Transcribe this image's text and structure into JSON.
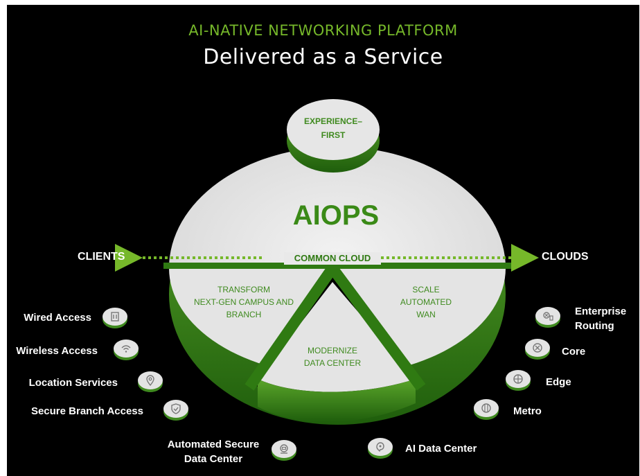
{
  "header": {
    "title": "AI-NATIVE NETWORKING PLATFORM",
    "subtitle": "Delivered as a Service"
  },
  "platform": {
    "top_disc": "EXPERIENCE–\nFIRST",
    "center": "AIOPS",
    "band": "COMMON CLOUD",
    "left_arrow": "CLIENTS",
    "right_arrow": "CLOUDS"
  },
  "segments": {
    "left": "TRANSFORM\nNEXT-GEN CAMPUS AND\nBRANCH",
    "right": "SCALE\nAUTOMATED\nWAN",
    "bottom": "MODERNIZE\nDATA CENTER"
  },
  "clients": [
    {
      "label": "Wired Access",
      "icon": "wired-access-icon"
    },
    {
      "label": "Wireless Access",
      "icon": "wifi-icon"
    },
    {
      "label": "Location Services",
      "icon": "location-pin-icon"
    },
    {
      "label": "Secure Branch Access",
      "icon": "shield-icon"
    }
  ],
  "clouds": [
    {
      "label": "Enterprise\nRouting",
      "icon": "router-icon"
    },
    {
      "label": "Core",
      "icon": "core-icon"
    },
    {
      "label": "Edge",
      "icon": "edge-icon"
    },
    {
      "label": "Metro",
      "icon": "metro-icon"
    }
  ],
  "bottom": [
    {
      "label": "Automated Secure\nData Center",
      "icon": "data-center-icon"
    },
    {
      "label": "AI Data Center",
      "icon": "ai-brain-icon"
    }
  ],
  "colors": {
    "accent": "#76b82a",
    "dark_green": "#2f7a12",
    "disc": "#e9e9e9"
  }
}
